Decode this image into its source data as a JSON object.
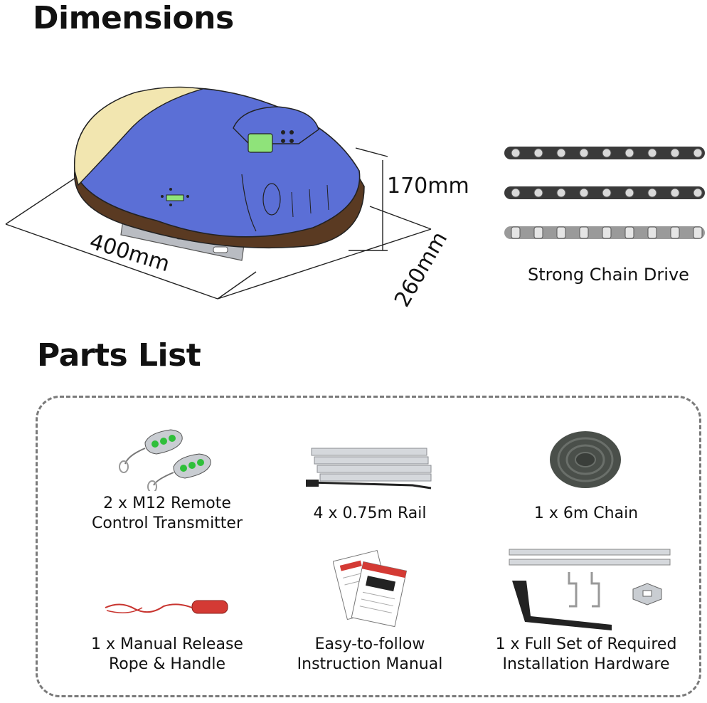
{
  "sections": {
    "dimensions_title": "Dimensions",
    "parts_title": "Parts List"
  },
  "dimensions": {
    "width": "400mm",
    "height": "170mm",
    "depth": "260mm"
  },
  "chain_caption": "Strong Chain Drive",
  "parts": [
    {
      "line1": "2 x M12 Remote",
      "line2": "Control Transmitter",
      "icon": "remote-control-icon"
    },
    {
      "line1": "4 x 0.75m Rail",
      "line2": "",
      "icon": "rail-icon"
    },
    {
      "line1": "1 x 6m Chain",
      "line2": "",
      "icon": "chain-coil-icon"
    },
    {
      "line1": "1 x Manual Release",
      "line2": "Rope & Handle",
      "icon": "release-rope-icon"
    },
    {
      "line1": "Easy-to-follow",
      "line2": "Instruction Manual",
      "icon": "manual-icon"
    },
    {
      "line1": "1 x Full Set of Required",
      "line2": "Installation Hardware",
      "icon": "hardware-icon"
    }
  ],
  "colors": {
    "motor_cover": "#5b6fd6",
    "motor_base": "#5a3a22",
    "motor_front": "#f2e6b0",
    "lcd": "#8fe37a",
    "remote_button": "#2fbf3a",
    "frame_border": "#7a7a7a"
  }
}
